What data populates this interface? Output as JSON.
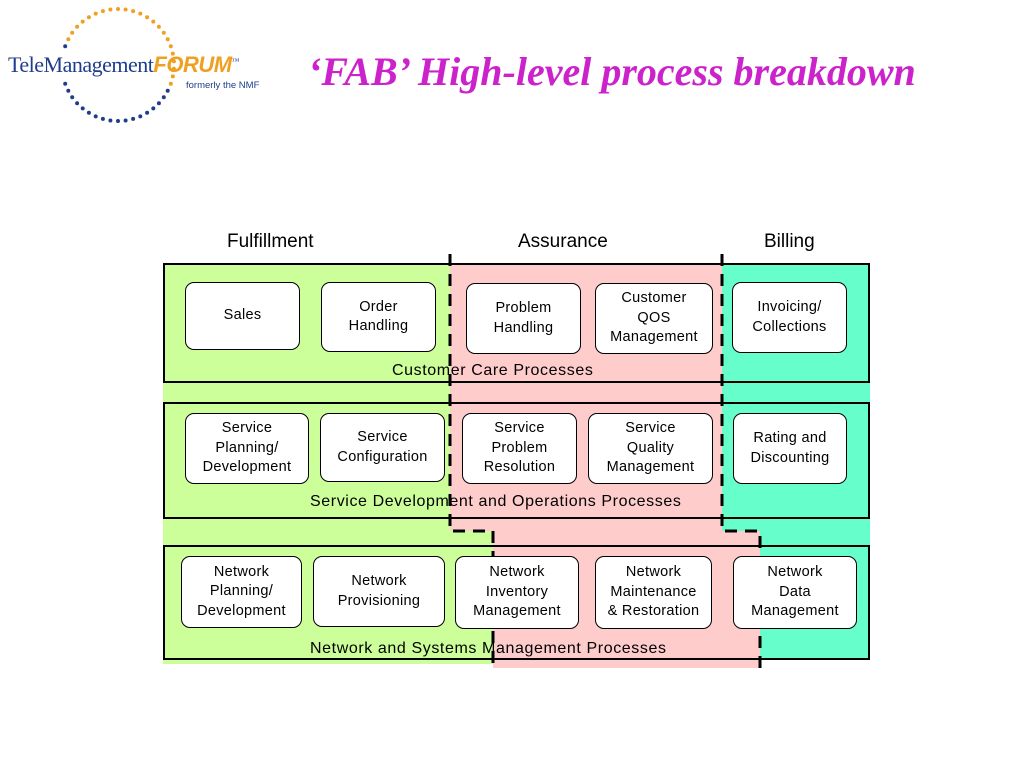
{
  "logo": {
    "name_main": "TeleManagement",
    "name_accent": "FORUM",
    "trademark": "™",
    "subtitle": "formerly the NMF"
  },
  "title": "‘FAB’ High-level process breakdown",
  "colors": {
    "fulfillment": "#ccff99",
    "assurance": "#ffcccc",
    "billing": "#66ffcc",
    "title": "#cc22cc",
    "logo_blue": "#1f3d8a",
    "logo_orange": "#f0a020"
  },
  "columns": {
    "fulfillment": "Fulfillment",
    "assurance": "Assurance",
    "billing": "Billing"
  },
  "layers": [
    {
      "label": "Customer Care Processes",
      "boxes": [
        "Sales",
        "Order\nHandling",
        "Problem\nHandling",
        "Customer\nQOS\nManagement",
        "Invoicing/\nCollections"
      ]
    },
    {
      "label": "Service Development and Operations Processes",
      "boxes": [
        "Service\nPlanning/\nDevelopment",
        "Service\nConfiguration",
        "Service\nProblem\nResolution",
        "Service\nQuality\nManagement",
        "Rating and\nDiscounting"
      ]
    },
    {
      "label": "Network and Systems Management Processes",
      "boxes": [
        "Network\nPlanning/\nDevelopment",
        "Network\nProvisioning",
        "Network\nInventory\nManagement",
        "Network\nMaintenance\n& Restoration",
        "Network\nData\nManagement"
      ]
    }
  ]
}
